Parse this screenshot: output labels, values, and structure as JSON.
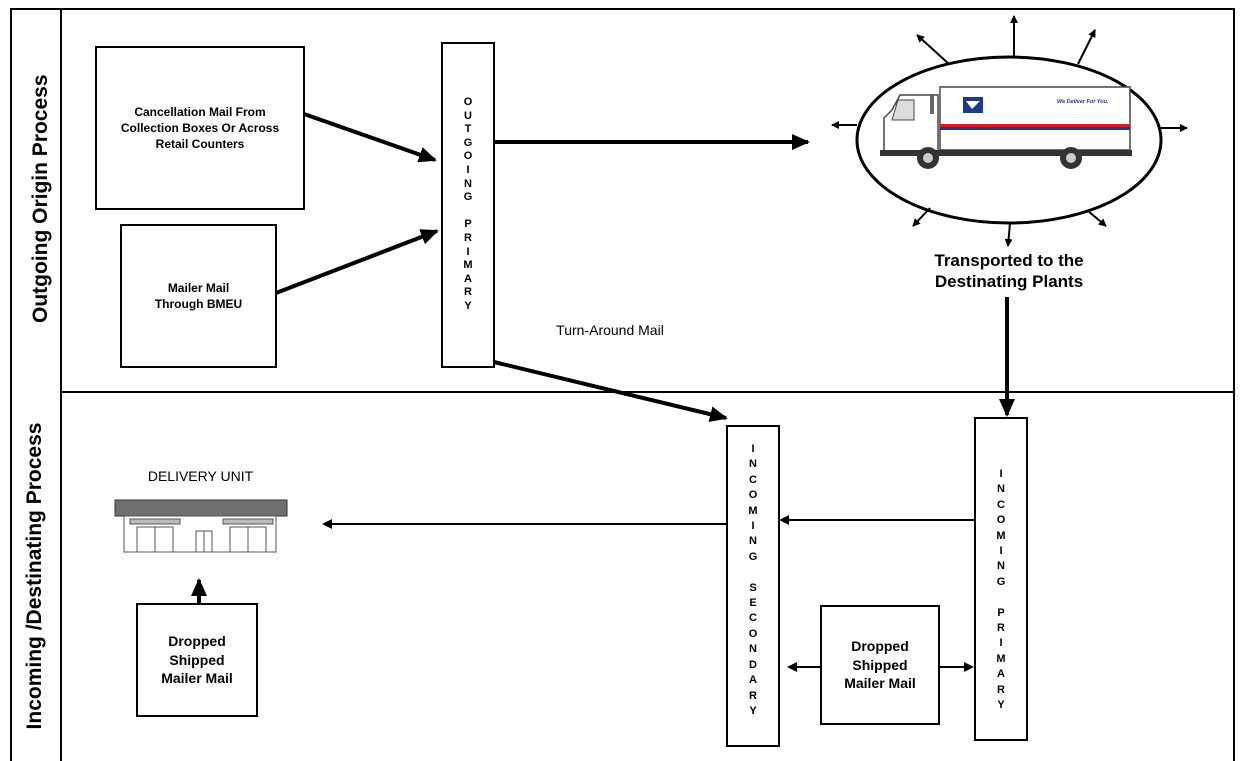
{
  "lanes": {
    "top_label": "Outgoing Origin Process",
    "bottom_label": "Incoming /Destinating Process"
  },
  "boxes": {
    "cancellation": "Cancellation Mail From Collection Boxes Or Across Retail Counters",
    "mailer_bmeu": "Mailer Mail Through BMEU",
    "outgoing_primary": "OUTGOING PRIMARY",
    "incoming_secondary": "INCOMING SECONDARY",
    "incoming_primary": "INCOMING PRIMARY",
    "dropped_left": "Dropped Shipped Mailer Mail",
    "dropped_right": "Dropped Shipped Mailer Mail"
  },
  "labels": {
    "transported": "Transported to the Destinating Plants",
    "turn_around": "Turn-Around Mail",
    "delivery_unit": "DELIVERY UNIT"
  },
  "truck": {
    "slogan": "We Deliver For You."
  }
}
